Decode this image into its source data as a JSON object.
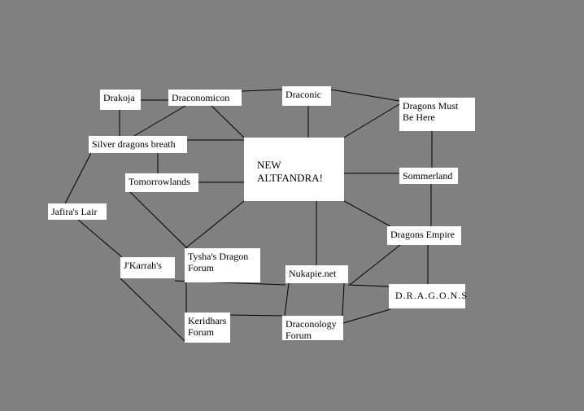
{
  "diagram": {
    "background_color": "#808080",
    "node_fill": "#ffffff",
    "line_color": "#000000",
    "nodes": {
      "drakoja": "Drakoja",
      "draconomicon": "Draconomicon",
      "draconic": "Draconic",
      "dragons_must": "Dragons Must\nBe Here",
      "silver": "Silver dragons breath",
      "new_altfandra": "NEW\nALTFANDRA!",
      "sommerland": "Sommerland",
      "tomorrowlands": "Tomorrowlands",
      "jafira": "Jafira's Lair",
      "dragons_empire": "Dragons Empire",
      "jkarrah": "J'Karrah's",
      "tysha": "Tysha's Dragon\nForum",
      "nukapie": "Nukapie.net",
      "dragons_abbr": "D.R.A.G.O.N.S",
      "keridhars": "Keridhars\nForum",
      "draconology": "Draconology\nForum"
    }
  }
}
